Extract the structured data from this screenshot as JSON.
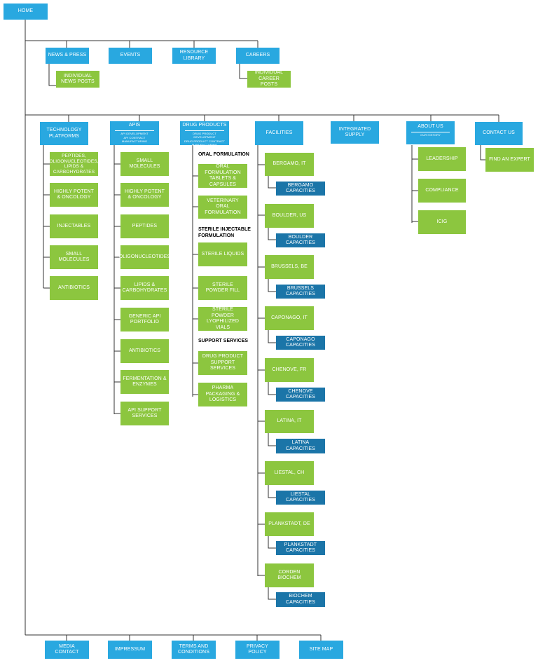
{
  "home": "HOME",
  "top_nav": {
    "news": "NEWS & PRESS",
    "news_child": "INDIVIDUAL NEWS POSTS",
    "events": "EVENTS",
    "resource": "RESOURCE LIBRARY",
    "careers": "CAREERS",
    "careers_child": "INDIVIDUAL CAREER POSTS"
  },
  "sections": {
    "technology": {
      "title": "TECHNOLOGY PLATFORMS",
      "items": [
        "PEPTIDES, OLIGONUCLEOTIDES, LIPIDS & CARBOHYDRATES",
        "HIGHLY POTENT & ONCOLOGY",
        "INJECTABLES",
        "SMALL MOLECULES",
        "ANTIBIOTICS"
      ]
    },
    "apis": {
      "title": "APIS",
      "sub1": "API DEVELOPMENT",
      "sub2": "API CONTRACT MANUFACTURING",
      "items": [
        "SMALL MOLECULES",
        "HIGHLY POTENT & ONCOLOGY",
        "PEPTIDES",
        "OLIGONUCLEOTIDES",
        "LIPIDS & CARBOHYDRATES",
        "GENERIC API PORTFOLIO",
        "ANTIBIOTICS",
        "FERMENTATION & ENZYMES",
        "API SUPPORT SERVICES"
      ]
    },
    "drug": {
      "title": "DRUG PRODUCTS",
      "sub1": "DRUG PRODUCT DEVELOPMENT",
      "sub2": "DRUG PRODUCT CONTRACT MANUFACTURING",
      "oral_label": "ORAL FORMULATION",
      "sterile_label": "STERILE INJECTABLE FORMULATION",
      "support_label": "SUPPORT SERVICES",
      "items": [
        "ORAL FORMULATION TABLETS & CAPSULES",
        "VETERINARY ORAL FORMULATION",
        "STERILE LIQUIDS",
        "STERILE POWDER FILL",
        "STERILE POWDER LYOPHILIZED VIALS",
        "DRUG PRODUCT SUPPORT SERVICES",
        "PHARMA PACKAGING & LOGISTICS"
      ]
    },
    "facilities": {
      "title": "FACILITIES",
      "sites": [
        {
          "name": "BERGAMO, IT",
          "cap": "BERGAMO CAPACITIES"
        },
        {
          "name": "BOULDER, US",
          "cap": "BOULDER CAPACITIES"
        },
        {
          "name": "BRUSSELS, BE",
          "cap": "BRUSSELS CAPACITIES"
        },
        {
          "name": "CAPONAGO, IT",
          "cap": "CAPONAGO CAPACITIES"
        },
        {
          "name": "CHENOVE, FR",
          "cap": "CHENOVE CAPACITIES"
        },
        {
          "name": "LATINA, IT",
          "cap": "LATINA CAPACITIES"
        },
        {
          "name": "LIESTAL, CH",
          "cap": "LIESTAL CAPACITIES"
        },
        {
          "name": "PLANKSTADT, DE",
          "cap": "PLANKSTADT CAPACITIES"
        },
        {
          "name": "CORDEN BIOCHEM",
          "cap": "BIOCHEM CAPACITIES"
        }
      ]
    },
    "integrated": {
      "title": "INTEGRATED SUPPLY"
    },
    "about": {
      "title": "ABOUT US",
      "sub": "OUR HISTORY",
      "items": [
        "LEADERSHIP",
        "COMPLIANCE",
        "ICIG"
      ]
    },
    "contact": {
      "title": "CONTACT US",
      "items": [
        "FIND AN EXPERT"
      ]
    }
  },
  "footer": [
    "MEDIA CONTACT",
    "IMPRESSUM",
    "TERMS AND CONDITIONS",
    "PRIVACY POLICY",
    "SITE MAP"
  ]
}
